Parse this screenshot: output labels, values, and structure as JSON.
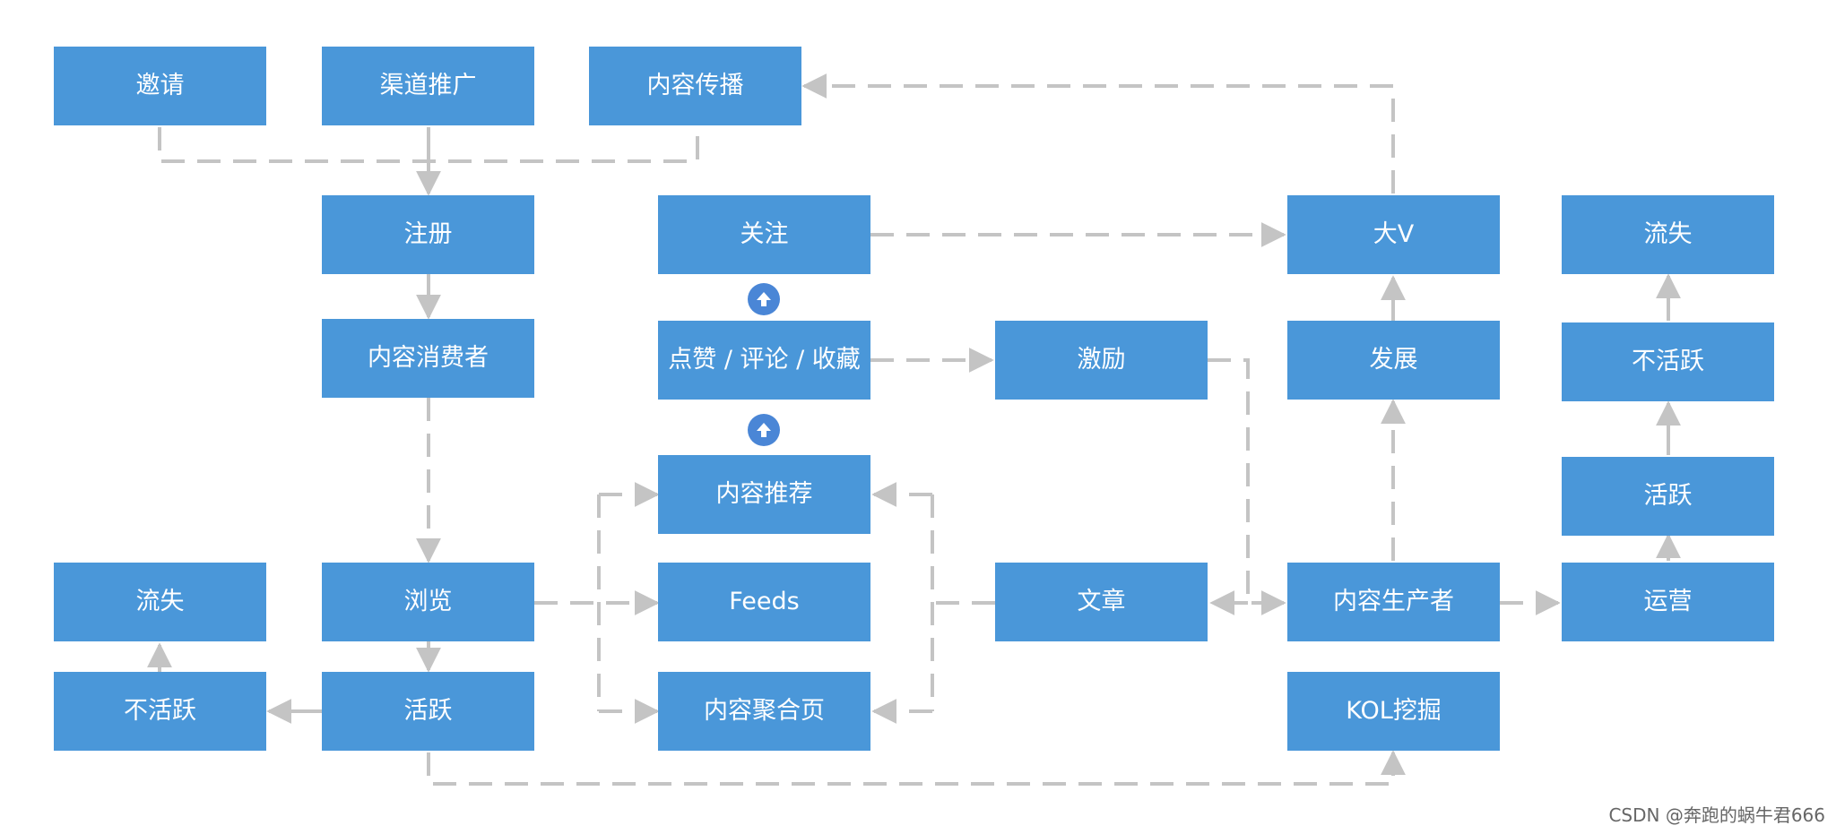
{
  "nodes": {
    "invite": "邀请",
    "channel": "渠道推广",
    "spread": "内容传播",
    "register": "注册",
    "consumer": "内容消费者",
    "browse": "浏览",
    "active_left": "活跃",
    "inactive_left": "不活跃",
    "churn_left": "流失",
    "follow": "关注",
    "like": "点赞 / 评论 / 收藏",
    "recommend": "内容推荐",
    "feeds": "Feeds",
    "aggregate": "内容聚合页",
    "incentive": "激励",
    "article": "文章",
    "bigv": "大V",
    "develop": "发展",
    "producer": "内容生产者",
    "kol": "KOL挖掘",
    "churn_right": "流失",
    "inactive_right": "不活跃",
    "active_right": "活跃",
    "operate": "运营"
  },
  "colors": {
    "node_fill": "#4a97d9",
    "node_text": "#ffffff",
    "connector": "#c4c4c4",
    "up_arrow_badge": "#4a86d6"
  },
  "icons": [
    "up-arrow-icon"
  ],
  "watermark": "CSDN @奔跑的蜗牛君666"
}
